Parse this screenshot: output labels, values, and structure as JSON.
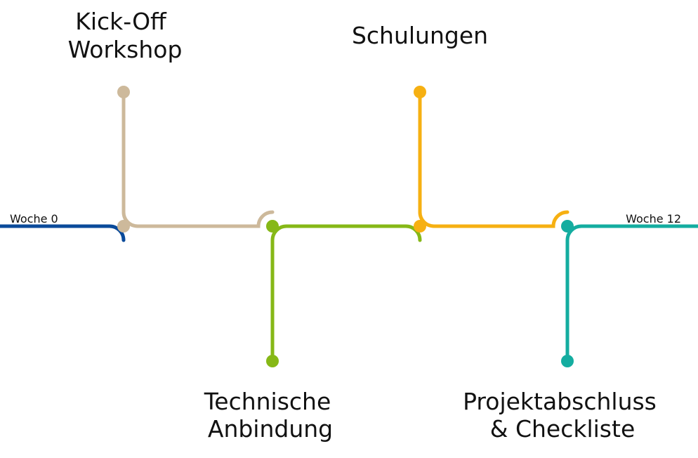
{
  "start_label": "Woche 0",
  "end_label": "Woche 12",
  "milestones": [
    {
      "lines": [
        "Kick-Off",
        "Workshop"
      ],
      "color": "#cdb99b"
    },
    {
      "lines": [
        "Technische",
        "Anbindung"
      ],
      "color": "#86b817"
    },
    {
      "lines": [
        "Schulungen"
      ],
      "color": "#f6b012"
    },
    {
      "lines": [
        "Projektabschluss",
        "& Checkliste"
      ],
      "color": "#14ada0"
    }
  ],
  "start_color": "#0a4a9a"
}
